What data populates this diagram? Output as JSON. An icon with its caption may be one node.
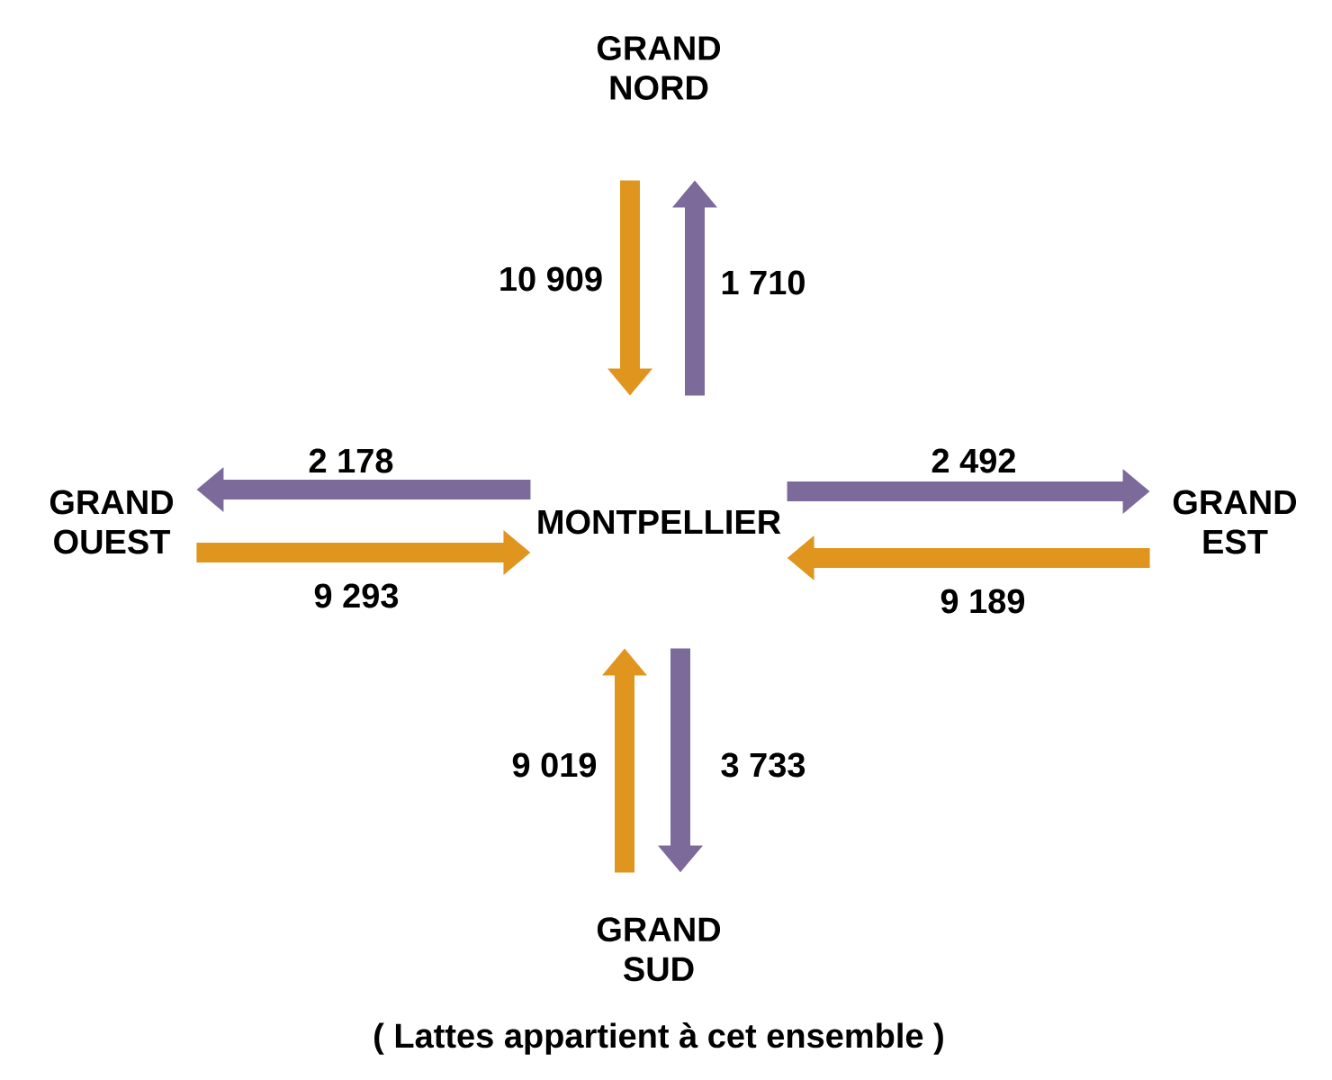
{
  "diagram": {
    "nodes": [
      {
        "text": [
          "GRAND NORD"
        ]
      },
      {
        "text": [
          "GRAND OUEST"
        ]
      },
      {
        "text": [
          "MONTPELLIER"
        ]
      },
      {
        "text": [
          "GRAND EST"
        ]
      },
      {
        "text": [
          "GRAND SUD"
        ],
        "beside": [
          "( Lattes appartient à cet ensemble )"
        ]
      }
    ],
    "edges": [
      {
        "from": 0,
        "to": 2,
        "arrow": "to",
        "label": "10 909",
        "color": "#e0961e"
      },
      {
        "from": 2,
        "to": 0,
        "arrow": "to",
        "label": "1 710",
        "color": "#7b6a9a"
      },
      {
        "from": 2,
        "to": 1,
        "arrow": "to",
        "label": "2 178",
        "color": "#7b6a9a"
      },
      {
        "from": 1,
        "to": 2,
        "arrow": "to",
        "label": "9 293",
        "color": "#e0961e"
      },
      {
        "from": 2,
        "to": 3,
        "arrow": "to",
        "label": "2 492",
        "color": "#7b6a9a"
      },
      {
        "from": 3,
        "to": 2,
        "arrow": "to",
        "label": "9 189",
        "color": "#e0961e"
      },
      {
        "from": 4,
        "to": 2,
        "arrow": "to",
        "label": "9 019",
        "color": "#e0961e"
      },
      {
        "from": 2,
        "to": 4,
        "arrow": "to",
        "label": "3 733",
        "color": "#7b6a9a"
      }
    ]
  }
}
